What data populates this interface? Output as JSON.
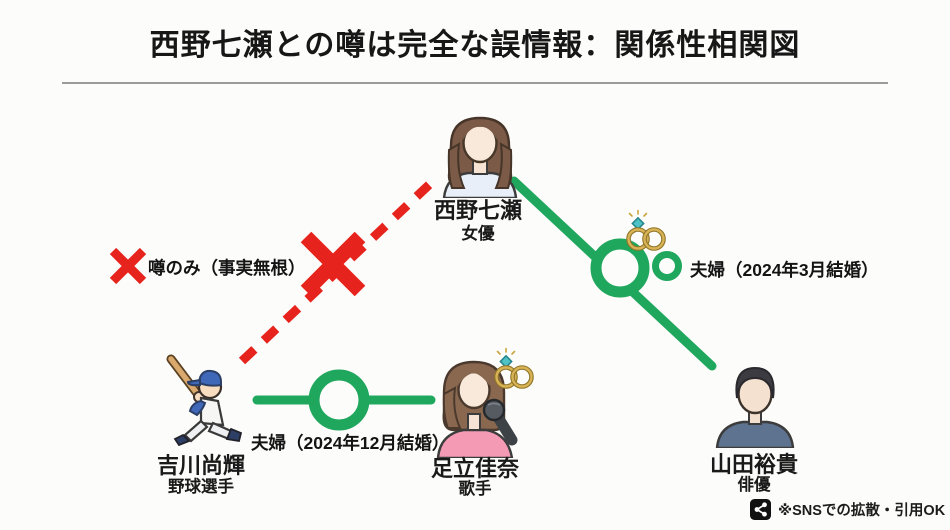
{
  "title": "西野七瀬との噂は完全な誤情報：関係性相関図",
  "colors": {
    "alert_red": "#e6231c",
    "relation_green": "#1ea75d",
    "ring_gold": "#c9a84a",
    "background": "#fcfcfa"
  },
  "persons": {
    "nishino": {
      "name": "西野七瀬",
      "role": "女優"
    },
    "yoshikawa": {
      "name": "吉川尚輝",
      "role": "野球選手"
    },
    "adachi": {
      "name": "足立佳奈",
      "role": "歌手"
    },
    "yamada": {
      "name": "山田裕貴",
      "role": "俳優"
    }
  },
  "relations": {
    "rumor": {
      "label": "噂のみ（事実無根）"
    },
    "marriage_yamada": {
      "label": "夫婦（2024年3月結婚）"
    },
    "marriage_adachi": {
      "label": "夫婦（2024年12月結婚）"
    }
  },
  "icons": {
    "share": "share-icon",
    "wedding_rings": "wedding-rings-icon",
    "x_mark": "x-mark-icon",
    "wedding_ring_node": "ring-circle-icon"
  },
  "footer": {
    "note": "※SNSでの拡散・引用OK"
  }
}
